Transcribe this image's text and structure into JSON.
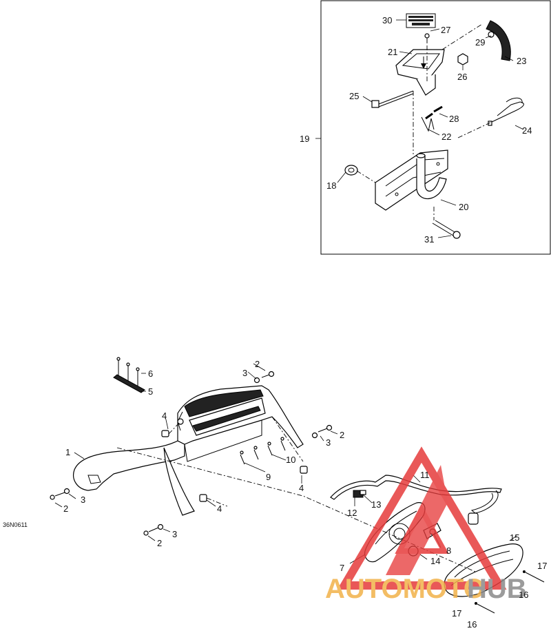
{
  "diagram_code": "36N0611",
  "callouts": {
    "c1": "1",
    "c2a": "2",
    "c2b": "2",
    "c2c": "2",
    "c2d": "2",
    "c3a": "3",
    "c3b": "3",
    "c3c": "3",
    "c3d": "3",
    "c4a": "4",
    "c4b": "4",
    "c4c": "4",
    "c5": "5",
    "c6": "6",
    "c7": "7",
    "c8": "8",
    "c9": "9",
    "c10": "10",
    "c11": "11",
    "c12": "12",
    "c13": "13",
    "c14": "14",
    "c15": "15",
    "c16a": "16",
    "c16b": "16",
    "c17a": "17",
    "c17b": "17",
    "c18": "18",
    "c19": "19",
    "c20": "20",
    "c21": "21",
    "c22": "22",
    "c23": "23",
    "c24": "24",
    "c25": "25",
    "c26": "26",
    "c27": "27",
    "c28": "28",
    "c29": "29",
    "c30": "30",
    "c31": "31"
  },
  "watermark": {
    "word1": "AUTOMOTO",
    "word2": "HUB",
    "color1": "#f2b24a",
    "color2": "#8a8a8a",
    "logo_color": "#e63b3b"
  }
}
